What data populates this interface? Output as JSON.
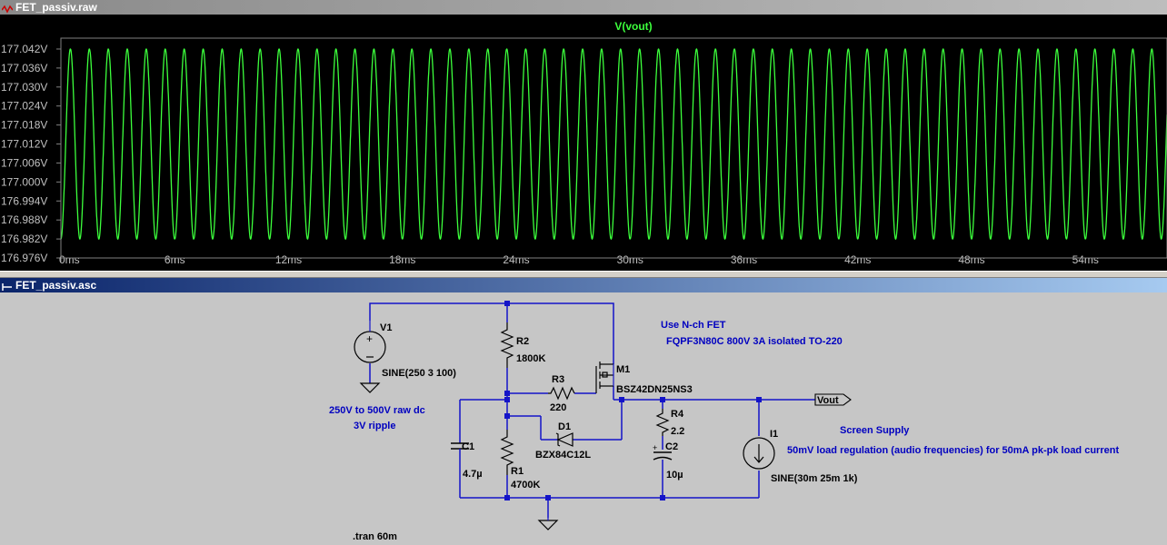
{
  "waveform_window": {
    "title": "FET_passiv.raw"
  },
  "schematic_window": {
    "title": "FET_passiv.asc"
  },
  "chart_data": {
    "type": "line",
    "title": "V(vout)",
    "x_ticks": [
      "0ms",
      "6ms",
      "12ms",
      "18ms",
      "24ms",
      "30ms",
      "36ms",
      "42ms",
      "48ms",
      "54ms"
    ],
    "y_ticks": [
      "177.042V",
      "177.036V",
      "177.030V",
      "177.024V",
      "177.018V",
      "177.012V",
      "177.006V",
      "177.000V",
      "176.994V",
      "176.988V",
      "176.982V",
      "176.976V"
    ],
    "xlim_ms": [
      0,
      58.3
    ],
    "ylim_V": [
      176.976,
      177.044
    ],
    "series": [
      {
        "name": "V(vout)",
        "color": "#3cff3c",
        "waveform": "sine",
        "offset_V": 177.012,
        "amplitude_V": 0.03,
        "frequency_Hz": 1000,
        "start_ms": 0,
        "start_V": 176.983
      }
    ],
    "grid": false,
    "background": "#000000"
  },
  "schematic": {
    "components": {
      "V1": {
        "ref": "V1",
        "value": "SINE(250 3 100)"
      },
      "R2": {
        "ref": "R2",
        "value": "1800K"
      },
      "R3": {
        "ref": "R3",
        "value": "220"
      },
      "M1": {
        "ref": "M1",
        "value": "BSZ42DN25NS3"
      },
      "D1": {
        "ref": "D1",
        "value": "BZX84C12L"
      },
      "C1": {
        "ref": "C1",
        "value": "4.7µ"
      },
      "R1": {
        "ref": "R1",
        "value": "4700K"
      },
      "R4": {
        "ref": "R4",
        "value": "2.2"
      },
      "C2": {
        "ref": "C2",
        "value": "10µ"
      },
      "I1": {
        "ref": "I1",
        "value": "SINE(30m 25m 1k)"
      }
    },
    "net_label": "Vout",
    "comments": {
      "supply_line1": "250V to 500V raw dc",
      "supply_line2": "3V ripple",
      "fet_line1": "Use N-ch FET",
      "fet_line2": "FQPF3N80C 800V 3A isolated TO-220",
      "screen_title": "Screen Supply",
      "screen_desc": "50mV load regulation (audio frequencies) for 50mA pk-pk load current"
    },
    "directive": ".tran 60m",
    "colors": {
      "wire": "#1414c8",
      "symbol": "#000000",
      "text": "#000000",
      "comment": "#0000c0"
    }
  }
}
